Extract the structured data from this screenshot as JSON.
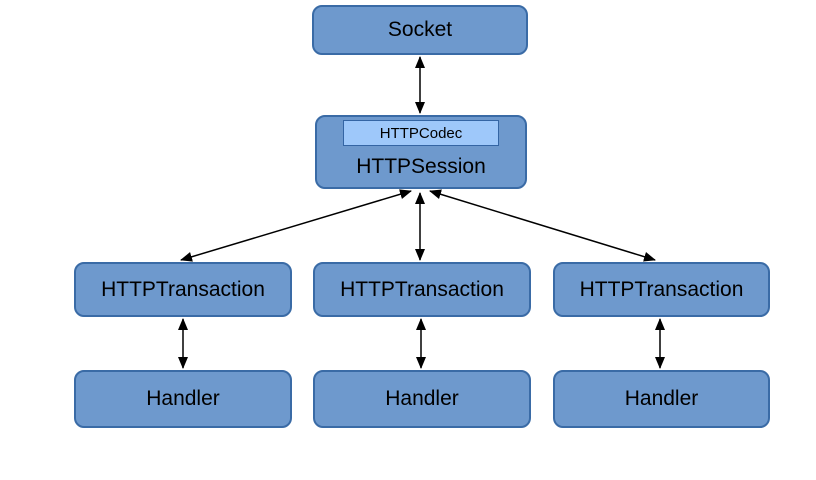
{
  "diagram": {
    "colors": {
      "node_fill": "#6e99cd",
      "node_border": "#3a6ba6",
      "codec_fill": "#9ec8fa",
      "codec_border": "#3465a4",
      "arrow": "#000000",
      "text": "#000000",
      "background": "#ffffff"
    },
    "nodes": {
      "socket": {
        "label": "Socket"
      },
      "session": {
        "label": "HTTPSession"
      },
      "codec": {
        "label": "HTTPCodec"
      },
      "transactions": [
        {
          "label": "HTTPTransaction"
        },
        {
          "label": "HTTPTransaction"
        },
        {
          "label": "HTTPTransaction"
        }
      ],
      "handlers": [
        {
          "label": "Handler"
        },
        {
          "label": "Handler"
        },
        {
          "label": "Handler"
        }
      ]
    },
    "edges": [
      {
        "id": "socket-session",
        "from": "socket",
        "to": "session",
        "bidirectional": true
      },
      {
        "id": "session-transaction-0",
        "from": "session",
        "to": "transaction-0",
        "bidirectional": true
      },
      {
        "id": "session-transaction-1",
        "from": "session",
        "to": "transaction-1",
        "bidirectional": true
      },
      {
        "id": "session-transaction-2",
        "from": "session",
        "to": "transaction-2",
        "bidirectional": true
      },
      {
        "id": "transaction-0-handler-0",
        "from": "transaction-0",
        "to": "handler-0",
        "bidirectional": true
      },
      {
        "id": "transaction-1-handler-1",
        "from": "transaction-1",
        "to": "handler-1",
        "bidirectional": true
      },
      {
        "id": "transaction-2-handler-2",
        "from": "transaction-2",
        "to": "handler-2",
        "bidirectional": true
      }
    ]
  }
}
